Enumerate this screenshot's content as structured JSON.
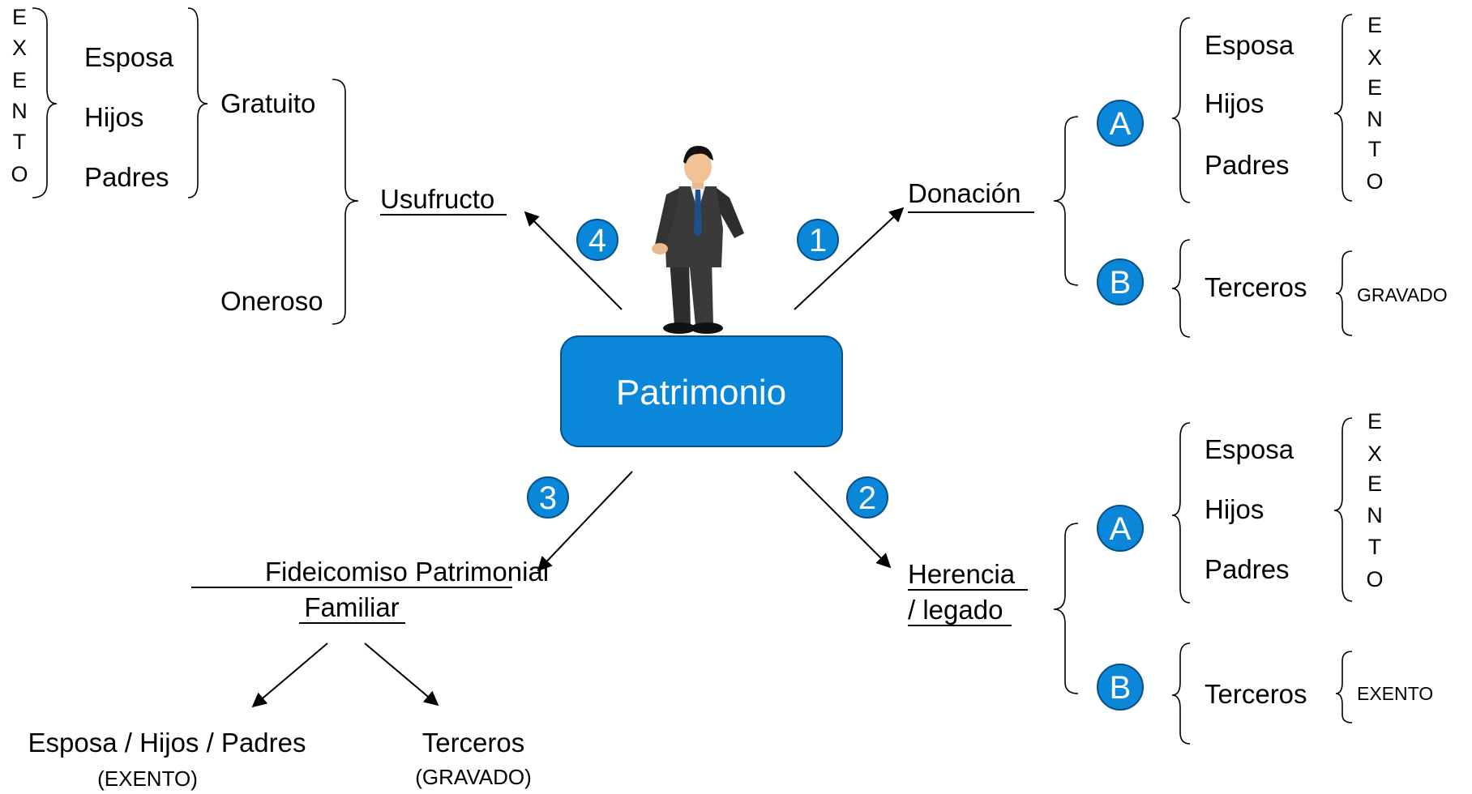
{
  "center": {
    "label": "Patrimonio"
  },
  "colors": {
    "accent": "#0a87d8",
    "accent_border": "#0a4f86",
    "text": "#000000"
  },
  "branches": {
    "donacion": {
      "number": "1",
      "title": "Donación",
      "a": {
        "letter": "A",
        "items": [
          "Esposa",
          "Hijos",
          "Padres"
        ],
        "status_letters": [
          "E",
          "X",
          "E",
          "N",
          "T",
          "O"
        ]
      },
      "b": {
        "letter": "B",
        "item": "Terceros",
        "status": "GRAVADO"
      }
    },
    "herencia": {
      "number": "2",
      "title_line1": "Herencia",
      "title_line2": "/ legado",
      "a": {
        "letter": "A",
        "items": [
          "Esposa",
          "Hijos",
          "Padres"
        ],
        "status_letters": [
          "E",
          "X",
          "E",
          "N",
          "T",
          "O"
        ]
      },
      "b": {
        "letter": "B",
        "item": "Terceros",
        "status": "EXENTO"
      }
    },
    "fideicomiso": {
      "number": "3",
      "title_line1": "Fideicomiso Patrimonial",
      "title_line2": "Familiar",
      "left": {
        "label": "Esposa / Hijos / Padres",
        "status": "(EXENTO)"
      },
      "right": {
        "label": "Terceros",
        "status": "(GRAVADO)"
      }
    },
    "usufructo": {
      "number": "4",
      "title": "Usufructo",
      "gratuito": "Gratuito",
      "oneroso": "Oneroso",
      "items": [
        "Esposa",
        "Hijos",
        "Padres"
      ],
      "status_letters": [
        "E",
        "X",
        "E",
        "N",
        "T",
        "O"
      ]
    }
  }
}
